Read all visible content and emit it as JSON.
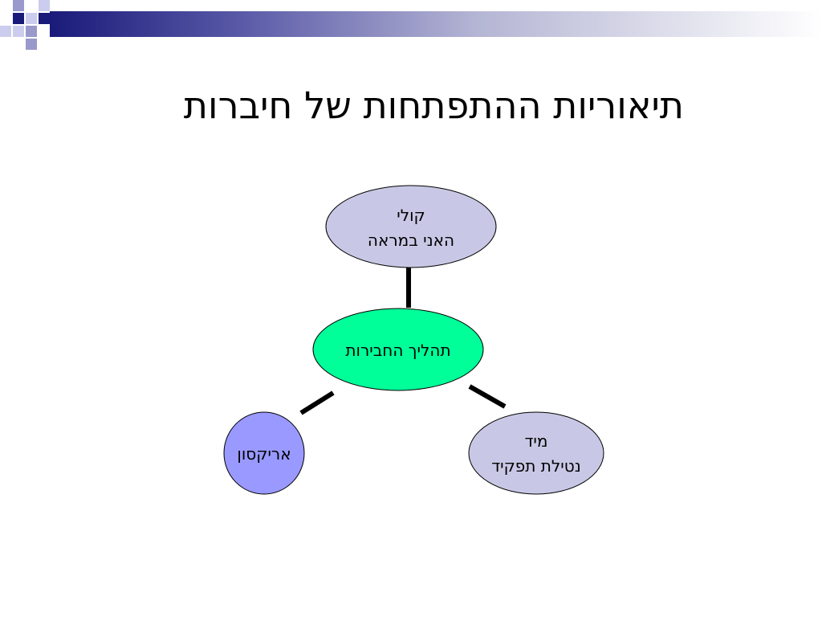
{
  "slide": {
    "title": "תיאוריות ההתפתחות של חיברות"
  },
  "diagram": {
    "center": {
      "label": "תהליך החבירות"
    },
    "nodes": [
      {
        "id": "cooley",
        "line1": "קולי",
        "line2": "האני במראה"
      },
      {
        "id": "erikson",
        "line1": "אריקסון"
      },
      {
        "id": "mead",
        "line1": "מיד",
        "line2": "נטילת תפקיד"
      }
    ]
  },
  "colors": {
    "title_bar_dark": "#1a1a7a",
    "center_fill": "#00ff99",
    "cooley_fill": "#c8c8e6",
    "erikson_fill": "#9999ff",
    "mead_fill": "#c8c8e6"
  }
}
